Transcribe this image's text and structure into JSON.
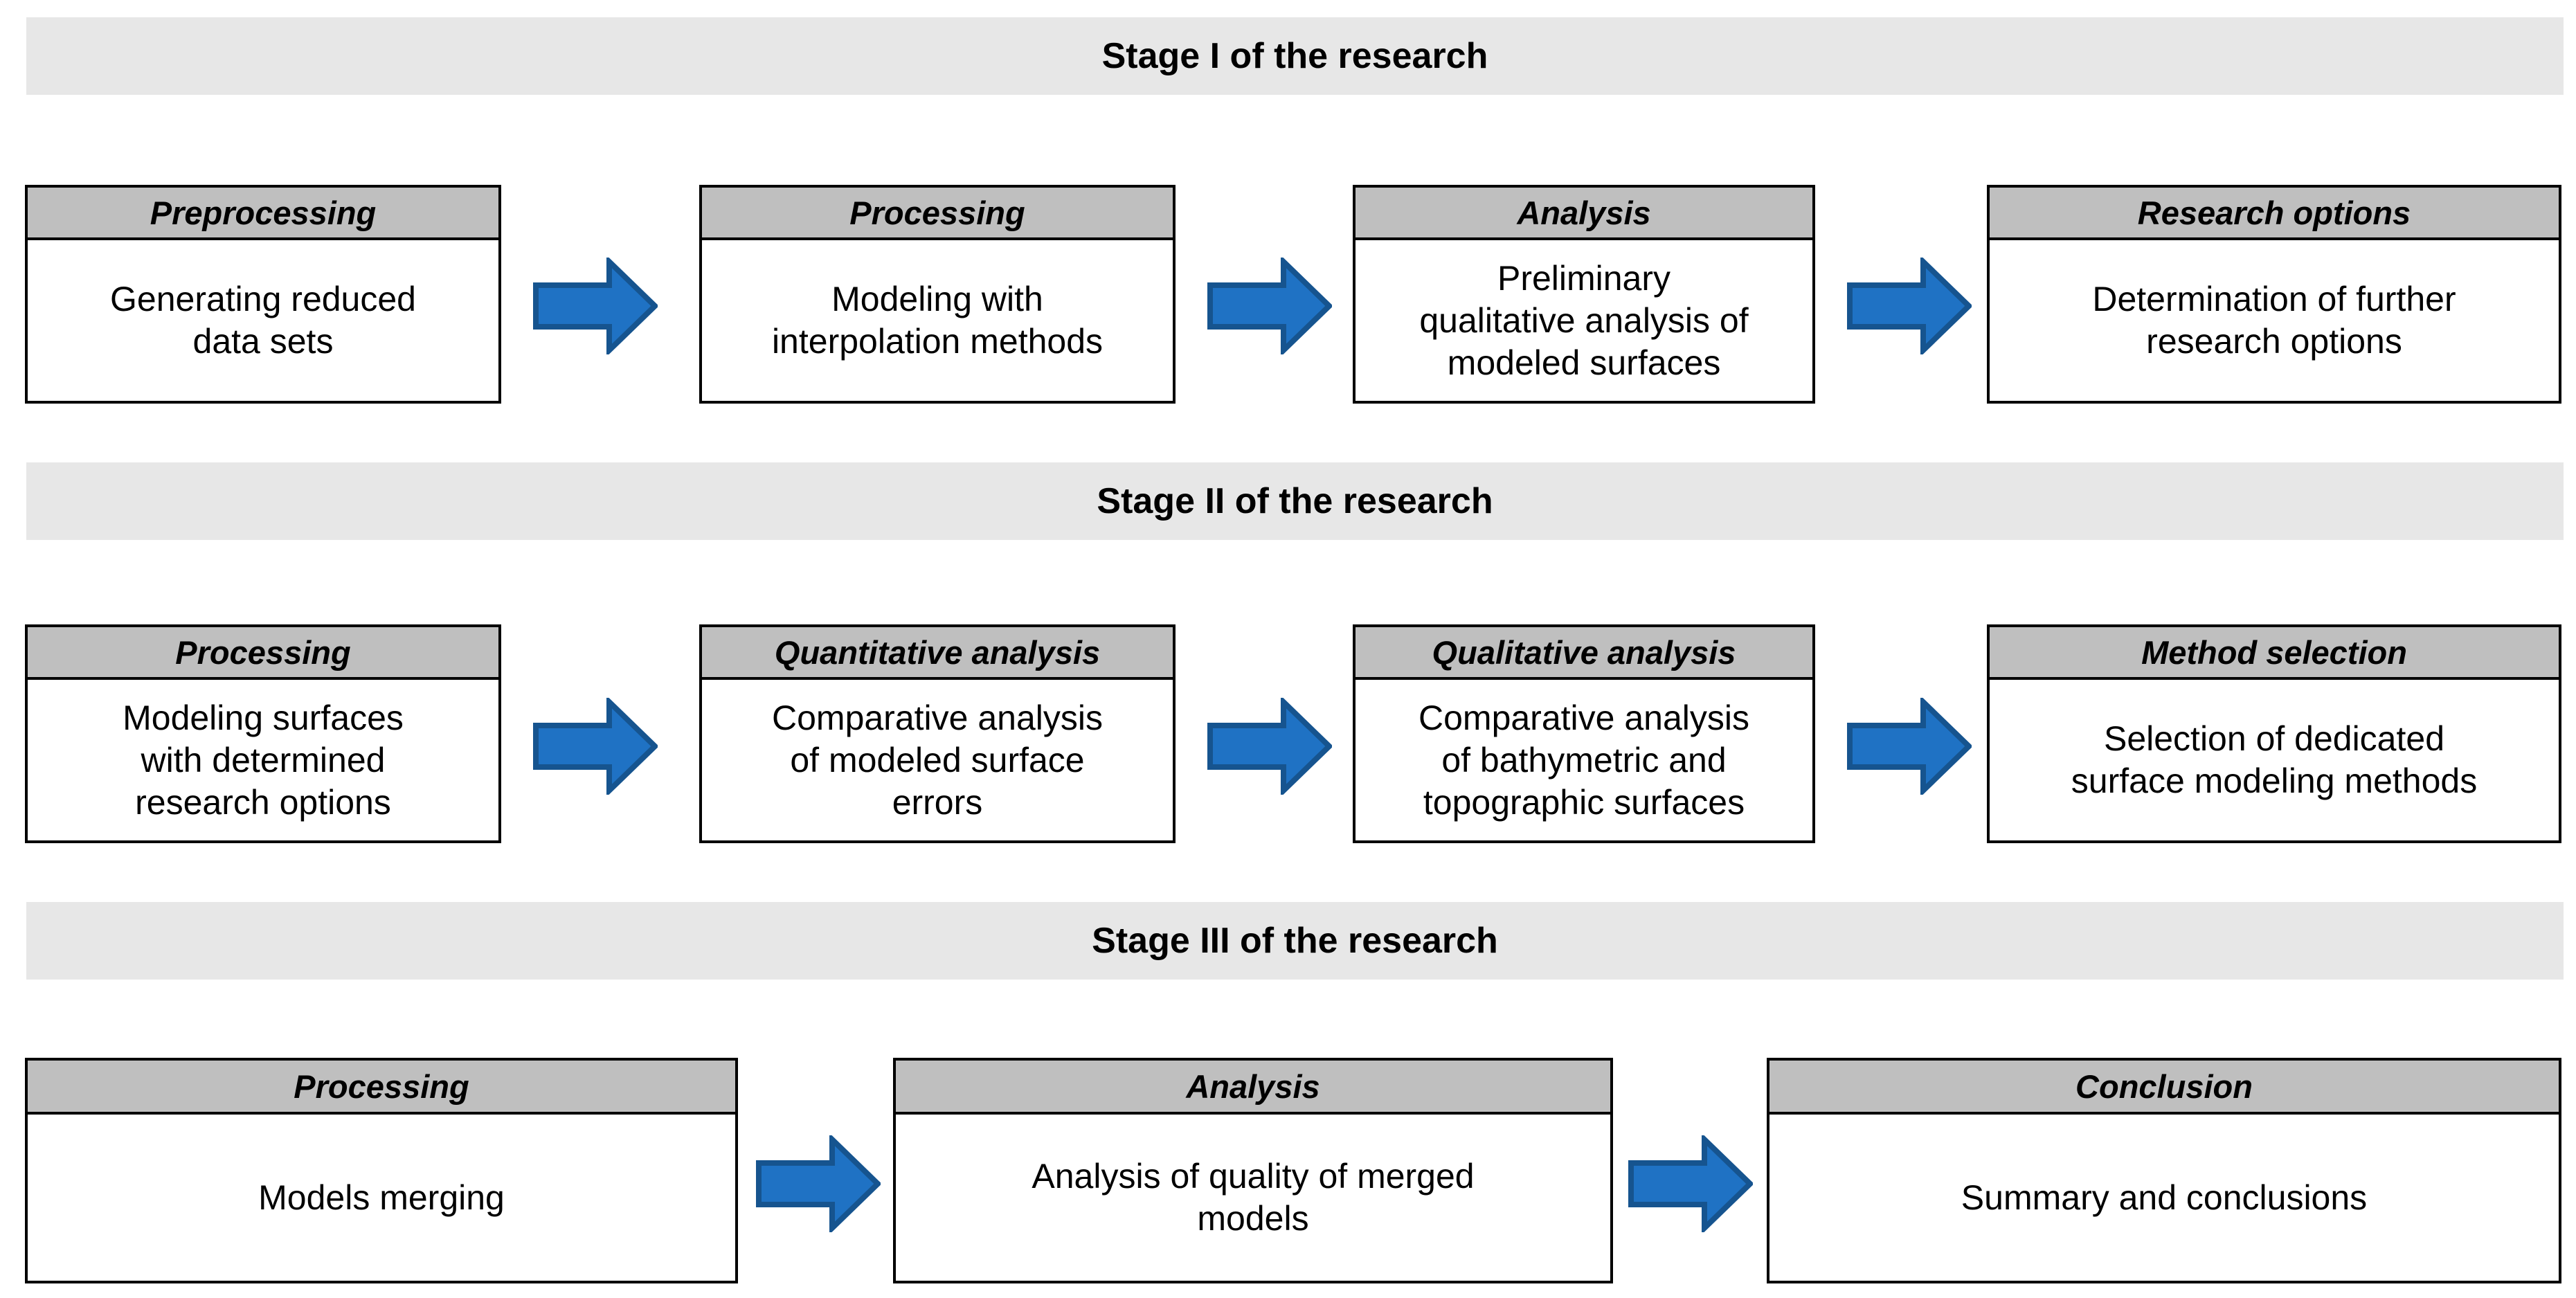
{
  "diagram": {
    "title": "Research methodology flow diagram",
    "colors": {
      "banner_background": "#e7e7e7",
      "box_header_background": "#bfbfbf",
      "box_body_background": "#ffffff",
      "box_border": "#000000",
      "arrow_fill": "#1f72c4",
      "arrow_border": "#16548f",
      "text": "#000000"
    },
    "stages": [
      {
        "banner_label": "Stage I of the research",
        "steps": [
          {
            "header": "Preprocessing",
            "body": "Generating reduced\ndata sets"
          },
          {
            "header": "Processing",
            "body": "Modeling with\ninterpolation methods"
          },
          {
            "header": "Analysis",
            "body": "Preliminary\nqualitative analysis of\nmodeled surfaces"
          },
          {
            "header": "Research options",
            "body": "Determination of further\nresearch options"
          }
        ],
        "arrow_labels": [
          "arrow-right",
          "arrow-right",
          "arrow-right"
        ]
      },
      {
        "banner_label": "Stage II of the research",
        "steps": [
          {
            "header": "Processing",
            "body": "Modeling surfaces\nwith determined\nresearch options"
          },
          {
            "header": "Quantitative analysis",
            "body": "Comparative analysis\nof modeled surface\nerrors"
          },
          {
            "header": "Qualitative analysis",
            "body": "Comparative analysis\nof bathymetric and\ntopographic surfaces"
          },
          {
            "header": "Method selection",
            "body": "Selection of dedicated\nsurface modeling methods"
          }
        ],
        "arrow_labels": [
          "arrow-right",
          "arrow-right",
          "arrow-right"
        ]
      },
      {
        "banner_label": "Stage III of the research",
        "steps": [
          {
            "header": "Processing",
            "body": "Models merging"
          },
          {
            "header": "Analysis",
            "body": "Analysis of quality of merged\nmodels"
          },
          {
            "header": "Conclusion",
            "body": "Summary and conclusions"
          }
        ],
        "arrow_labels": [
          "arrow-right",
          "arrow-right"
        ]
      }
    ]
  }
}
